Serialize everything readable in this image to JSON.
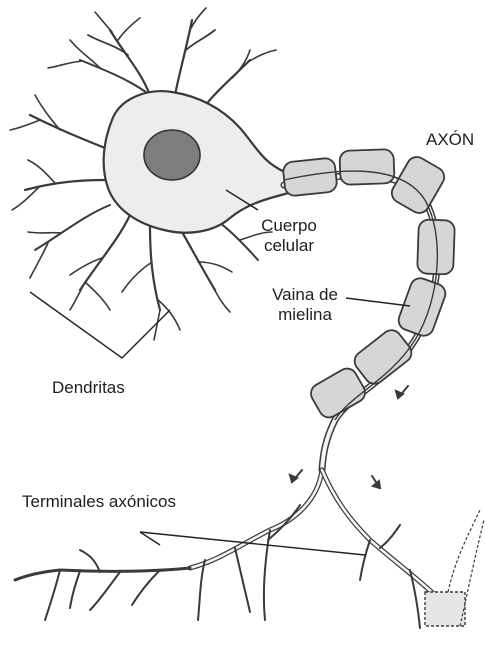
{
  "labels": {
    "axon": "AXÓN",
    "cell_body_line1": "Cuerpo",
    "cell_body_line2": "celular",
    "myelin_line1": "Vaina de",
    "myelin_line2": "mielina",
    "dendrites": "Dendritas",
    "axon_terminals": "Terminales axónicos"
  },
  "colors": {
    "stroke": "#3a3a3a",
    "cell_fill": "#ededed",
    "nucleus_fill": "#7d7d7d",
    "myelin_fill": "#d6d6d6",
    "axon_fill": "#f4f4f4"
  }
}
